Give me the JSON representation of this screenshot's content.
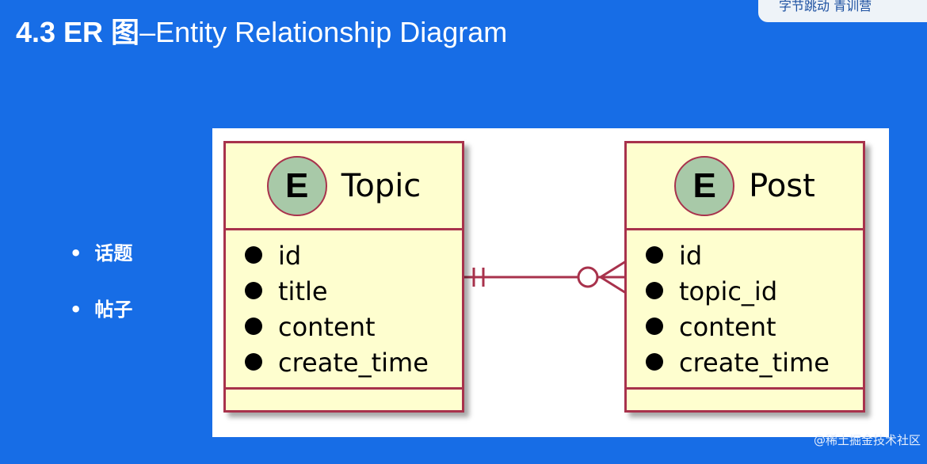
{
  "slide": {
    "title_bold": "4.3 ER 图",
    "title_rest": "–Entity Relationship Diagram",
    "banner": "字节跳动   青训营",
    "bullets": [
      "话题",
      "帖子"
    ],
    "watermark": "@稀土掘金技术社区"
  },
  "diagram": {
    "entities": [
      {
        "badge": "E",
        "name": "Topic",
        "attributes": [
          "id",
          "title",
          "content",
          "create_time"
        ]
      },
      {
        "badge": "E",
        "name": "Post",
        "attributes": [
          "id",
          "topic_id",
          "content",
          "create_time"
        ]
      }
    ],
    "relationship": {
      "from": "Topic",
      "to": "Post",
      "from_cardinality": "exactly-one",
      "to_cardinality": "zero-or-many"
    },
    "colors": {
      "border": "#a8324c",
      "entity_fill": "#fefecf",
      "badge": "#a8c9a8",
      "background": "#176de6"
    }
  }
}
